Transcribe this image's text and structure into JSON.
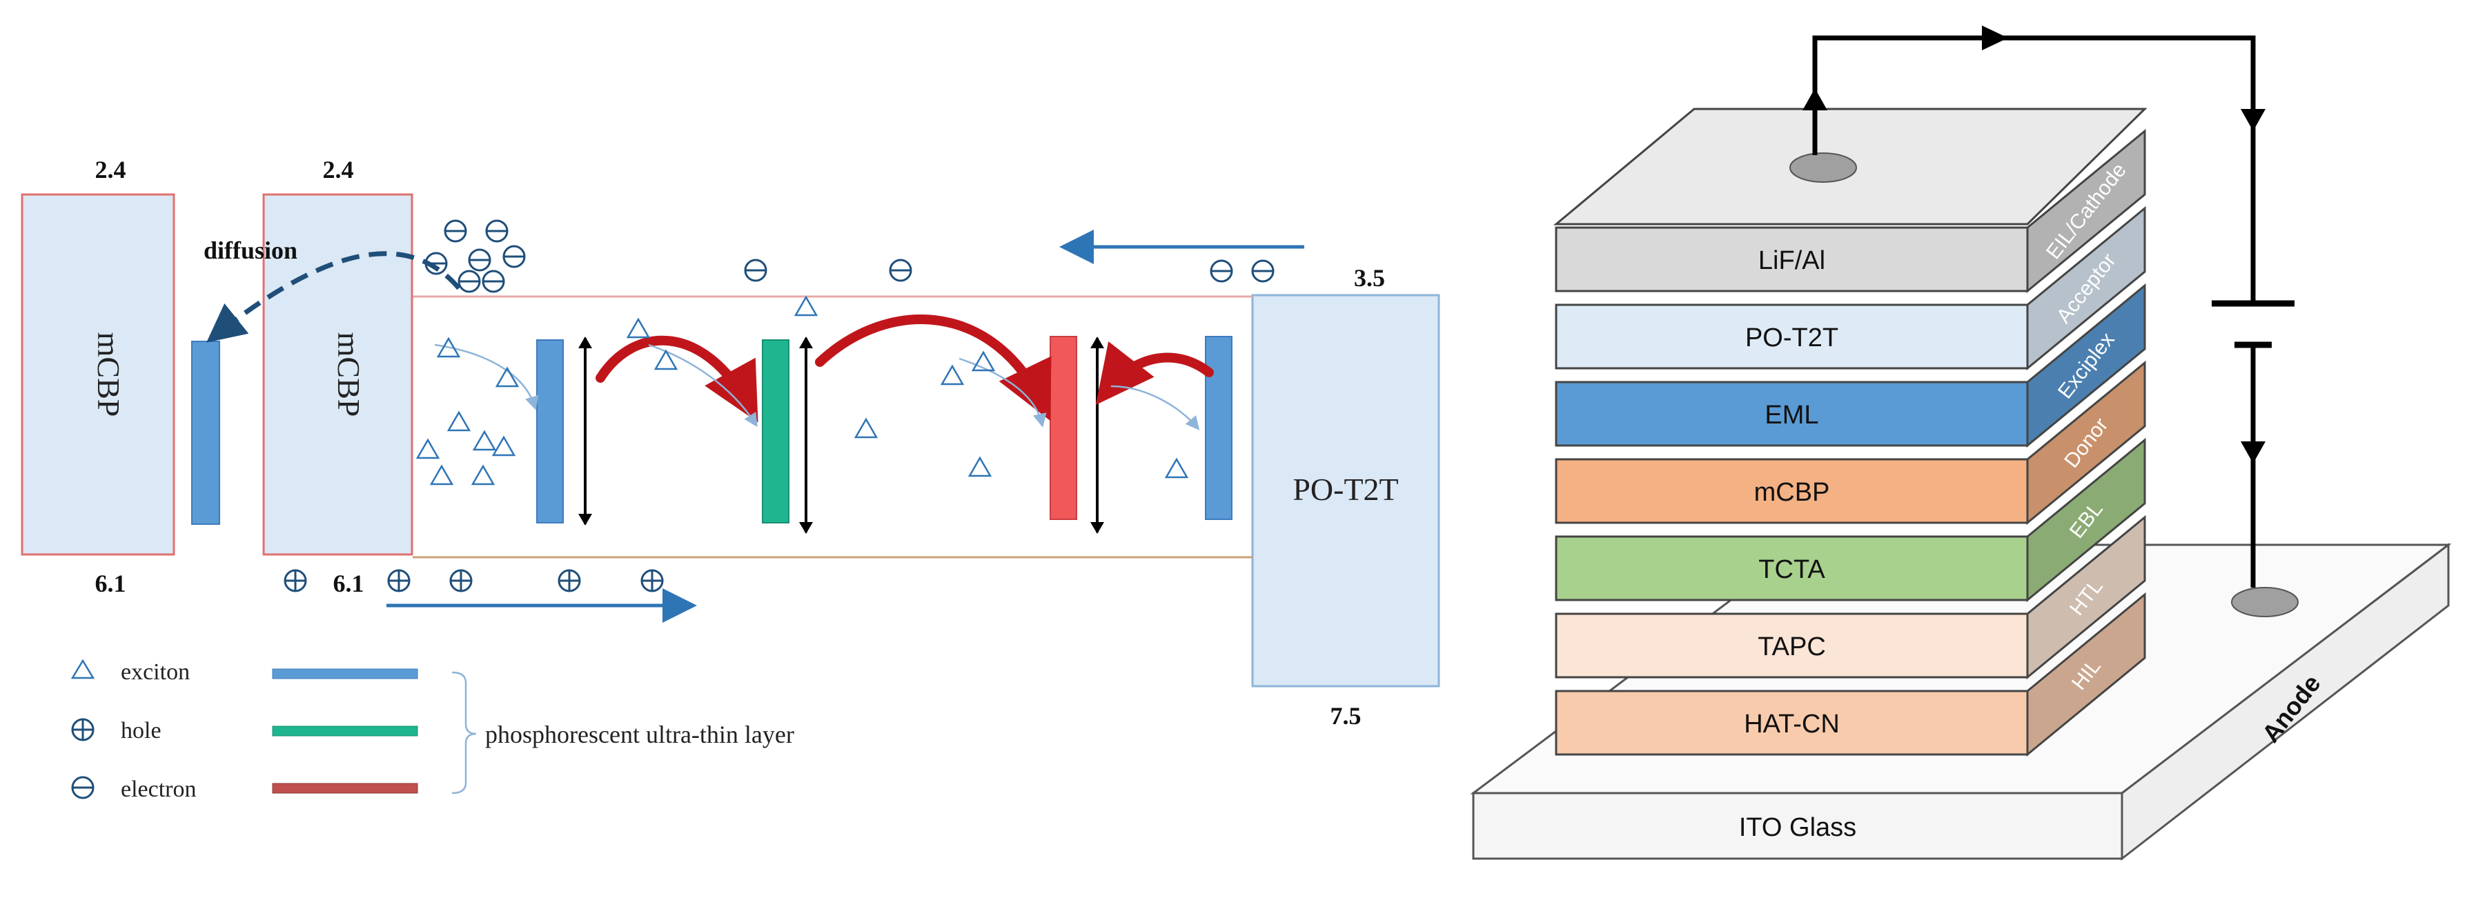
{
  "energy_diagram": {
    "left_block_label": "mCBP",
    "left_block_top": "2.4",
    "left_block_bottom": "6.1",
    "mid_block_label": "mCBP",
    "mid_block_top": "2.4",
    "mid_block_bottom": "6.1",
    "right_block_label": "PO-T2T",
    "right_block_top": "3.5",
    "right_block_bottom": "7.5",
    "diffusion_label": "diffusion",
    "colors": {
      "blue_layer": "#5b9bd5",
      "green_layer": "#1fb58f",
      "red_layer": "#f0585a",
      "block_fill": "#dbe8f5",
      "red_border": "#e07070",
      "arrow_blue": "#2e75b6",
      "red_arc": "#c0161b"
    }
  },
  "legend": {
    "exciton": "exciton",
    "hole": "hole",
    "electron": "electron",
    "layer_label": "phosphorescent ultra-thin layer"
  },
  "device": {
    "layers": [
      {
        "label": "LiF/Al",
        "side": "EIL/Cathode",
        "color": "#d9d9d9"
      },
      {
        "label": "PO-T2T",
        "side": "Acceptor",
        "color": "#deebf7"
      },
      {
        "label": "EML",
        "side": "Exciplex",
        "color": "#5b9bd5"
      },
      {
        "label": "mCBP",
        "side": "Donor",
        "color": "#f4b183"
      },
      {
        "label": "TCTA",
        "side": "EBL",
        "color": "#a9d18e"
      },
      {
        "label": "TAPC",
        "side": "HTL",
        "color": "#fbe5d6"
      },
      {
        "label": "HAT-CN",
        "side": "HIL",
        "color": "#f8cbad"
      }
    ],
    "substrate_label": "ITO Glass",
    "anode_label": "Anode"
  }
}
